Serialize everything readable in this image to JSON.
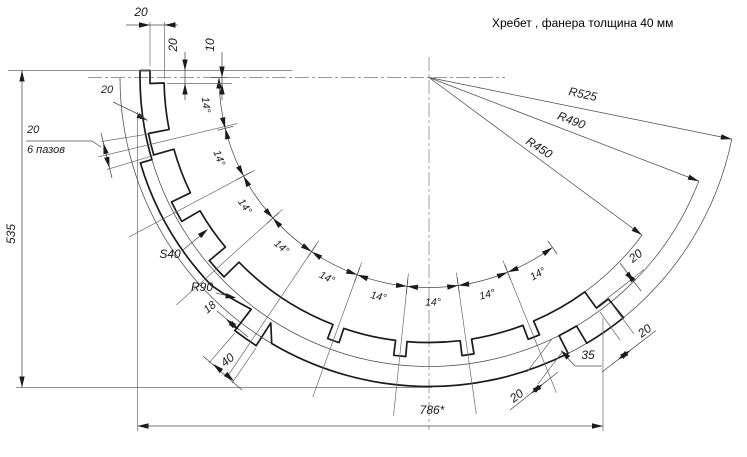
{
  "title": "Хребет , фанера толщина 40 мм",
  "radius_labels": {
    "r525": "R525",
    "r490": "R490",
    "r450": "R450"
  },
  "angle_label": "14°",
  "angle_segments": 9,
  "dims": {
    "top_step_width": "20",
    "step_height": "20",
    "center_offset": "10",
    "slot_width": "20",
    "slots_note": "6 пазов",
    "left_slot": "20",
    "thickness": "S40",
    "fillet": "R90",
    "tab_gap": "18",
    "tab_width": "40",
    "height": "535",
    "width": "786*",
    "outer_slot": "35",
    "end_step": "20",
    "end_tab": "20",
    "end_gap": "20"
  },
  "colors": {
    "line": "#1b1b1b",
    "thin": "#4a4a4a"
  }
}
